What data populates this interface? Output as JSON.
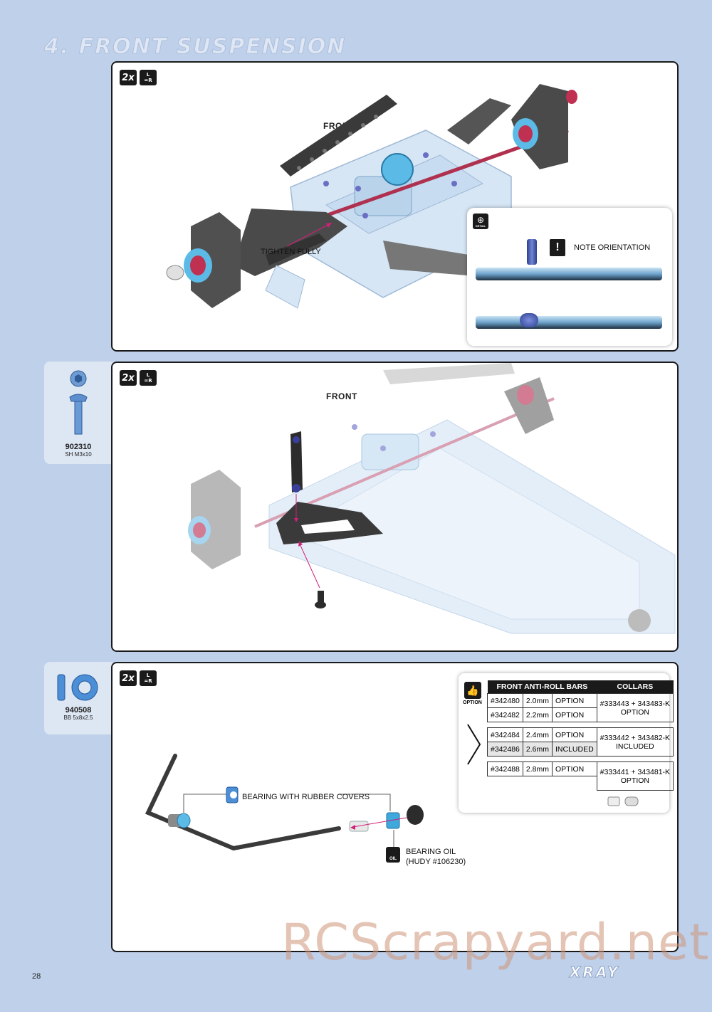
{
  "section_title": "4. FRONT SUSPENSION",
  "badges": {
    "quantity": "2x",
    "lr_top": "L",
    "lr_bottom": "=R"
  },
  "panel1": {
    "front_label": "FRONT",
    "callout_tighten": "TIGHTEN FULLY",
    "detail": {
      "icon_label": "DETAIL",
      "note": "NOTE ORIENTATION"
    }
  },
  "panel2": {
    "front_label": "FRONT"
  },
  "part_screw": {
    "number": "902310",
    "desc": "SH M3x10"
  },
  "part_bearing": {
    "number": "940508",
    "desc": "BB 5x8x2.5"
  },
  "panel3": {
    "callout_bearing": "BEARING WITH RUBBER COVERS",
    "callout_oil_1": "BEARING OIL",
    "callout_oil_2": "(HUDY #106230)",
    "oil_icon_label": "OIL",
    "option_label": "OPTION",
    "table": {
      "header_bars": "FRONT ANTI-ROLL BARS",
      "header_collars": "COLLARS",
      "rows": [
        {
          "part": "#342480",
          "size": "2.0mm",
          "status": "OPTION"
        },
        {
          "part": "#342482",
          "size": "2.2mm",
          "status": "OPTION"
        },
        {
          "part": "#342484",
          "size": "2.4mm",
          "status": "OPTION"
        },
        {
          "part": "#342486",
          "size": "2.6mm",
          "status": "INCLUDED"
        },
        {
          "part": "#342488",
          "size": "2.8mm",
          "status": "OPTION"
        }
      ],
      "collars": [
        {
          "parts": "#333443 + 343483-K",
          "status": "OPTION"
        },
        {
          "parts": "#333442 + 343482-K",
          "status": "INCLUDED"
        },
        {
          "parts": "#333441 + 343481-K",
          "status": "OPTION"
        }
      ]
    }
  },
  "page_number": "28",
  "brand": "XRAY",
  "watermark": "RCScrapyard.net"
}
